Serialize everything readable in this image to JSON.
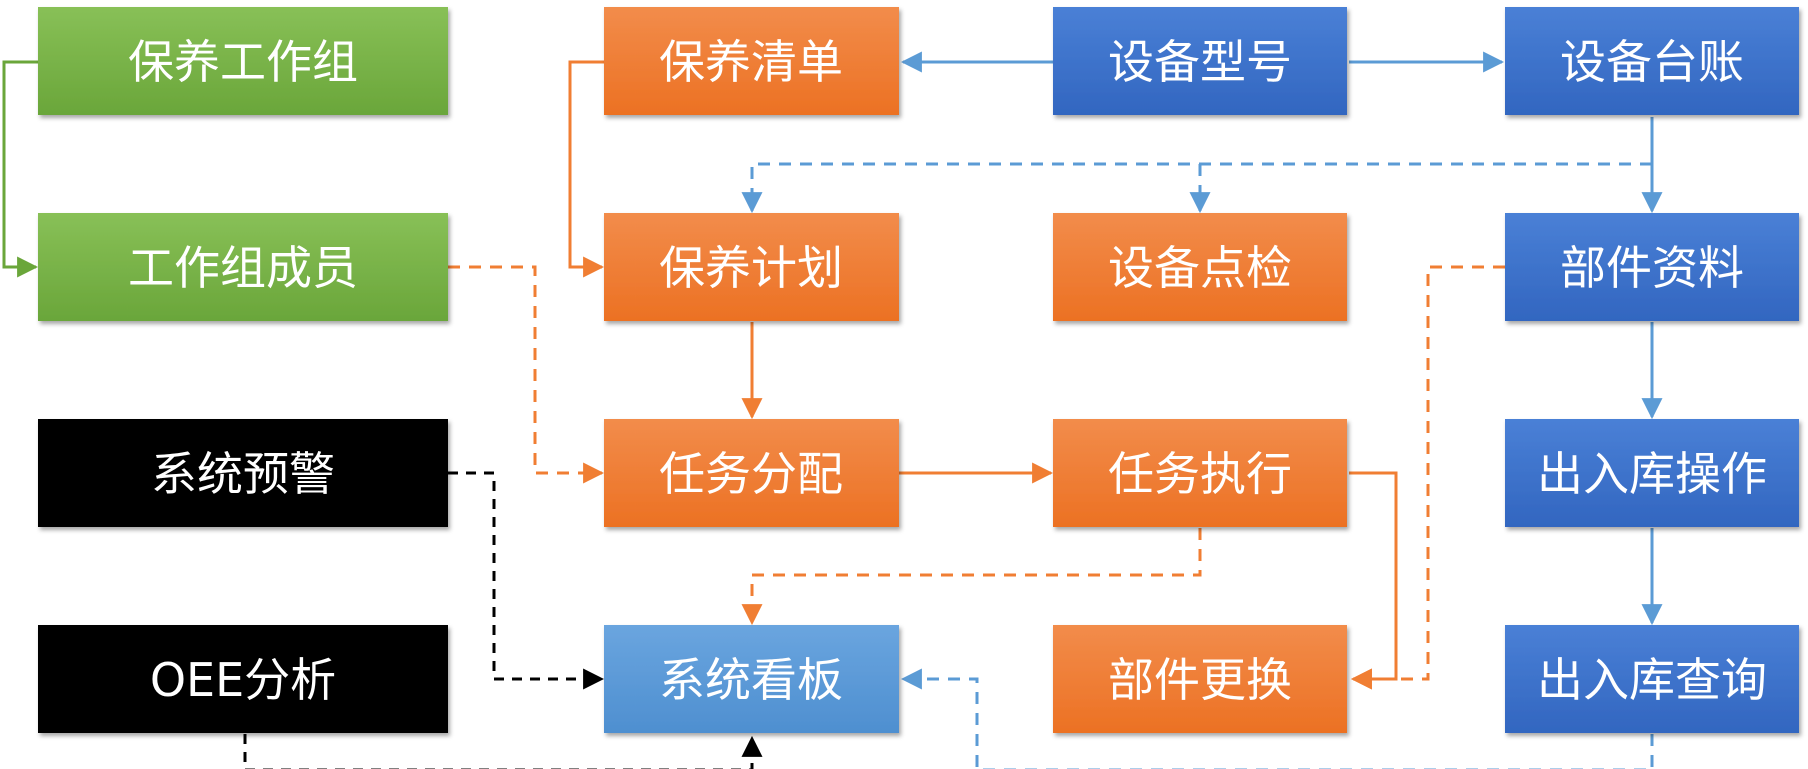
{
  "colors": {
    "green": "#7cb342",
    "orange": "#f07e33",
    "blue": "#3f73cc",
    "light_blue": "#5b9bd5",
    "black": "#000000",
    "orange_line": "#f07e33",
    "blue_line": "#5b9bd5",
    "black_line": "#000000",
    "green_line": "#6aa63a"
  },
  "nodes": {
    "maint_group": {
      "label": "保养工作组"
    },
    "group_member": {
      "label": "工作组成员"
    },
    "system_alert": {
      "label": "系统预警"
    },
    "oee_analysis": {
      "label": "OEE分析"
    },
    "maint_list": {
      "label": "保养清单"
    },
    "maint_plan": {
      "label": "保养计划"
    },
    "task_assign": {
      "label": "任务分配"
    },
    "system_board": {
      "label": "系统看板"
    },
    "equip_model": {
      "label": "设备型号"
    },
    "equip_inspect": {
      "label": "设备点检"
    },
    "task_exec": {
      "label": "任务执行"
    },
    "part_replace": {
      "label": "部件更换"
    },
    "equip_ledger": {
      "label": "设备台账"
    },
    "part_info": {
      "label": "部件资料"
    },
    "stock_op": {
      "label": "出入库操作"
    },
    "stock_query": {
      "label": "出入库查询"
    }
  }
}
